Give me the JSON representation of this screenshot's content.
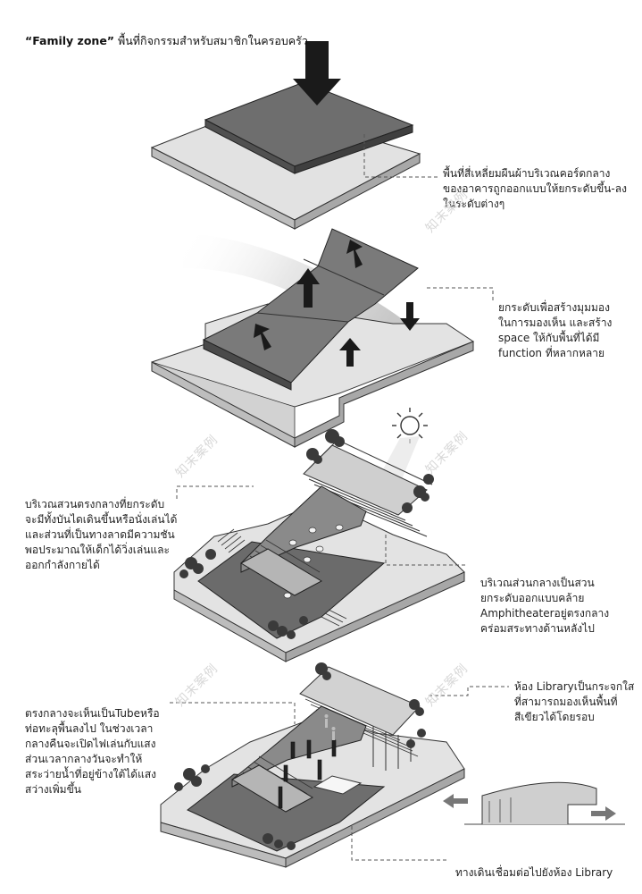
{
  "title": {
    "bold": "“Family zone”",
    "rest": " พื้นที่กิจกรรมสำหรับสมาชิกในครอบครัว"
  },
  "notes": {
    "n1": "พื้นที่สี่เหลี่ยมผืนผ้าบริเวณคอร์ดกลาง\nของอาคารถูกออกแบบให้ยกระดับขึ้น-ลง\nในระดับต่างๆ",
    "n2": "ยกระดับเพื่อสร้างมุมมอง\nในการมองเห็น และสร้าง\nspace ให้กับพื้นที่ได้มี\nfunction ที่หลากหลาย",
    "n3": "บริเวณสวนตรงกลางที่ยกระดับ\nจะมีทั้งบันไดเดินขึ้นหรือนั่งเล่นได้\nและส่วนที่เป็นทางลาดมีความชัน\nพอประมาณให้เด็กได้วิ่งเล่นและ\nออกกำลังกายได้",
    "n4": "บริเวณส่วนกลางเป็นสวน\nยกระดับออกแบบคล้าย\nAmphitheaterอยู่ตรงกลาง\nคร่อมสระทางด้านหลังไป",
    "n5": "ตรงกลางจะเห็นเป็นTubeหรือ\nท่อทะลุพื้นลงไป ในช่วงเวลา\nกลางคืนจะเปิดไฟเล่นกับแสง\nส่วนเวลากลางวันจะทำให้\nสระว่ายน้ำที่อยู่ข้างใต้ได้แสง\nสว่างเพิ่มขึ้น",
    "n6": "ห้อง Libraryเป็นกระจกใส\nที่สามารถมองเห็นพื้นที่\nสีเขียวได้โดยรอบ",
    "n7": "ทางเดินเชื่อมต่อไปยังห้อง Library"
  },
  "watermark": "知末案例",
  "colors": {
    "slab_light": "#dcdcdc",
    "slab_dark": "#707070",
    "arrow": "#1a1a1a",
    "water": "#6e6e6e",
    "tree": "#3a3a3a"
  }
}
